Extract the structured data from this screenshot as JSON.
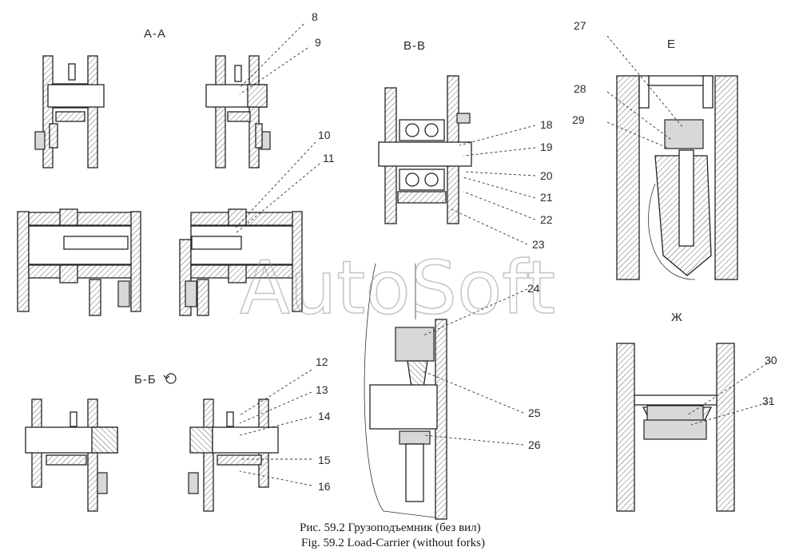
{
  "sections": {
    "aa": "А-А",
    "bb": "Б-Б",
    "vv": "В-В",
    "e": "Е",
    "zh": "Ж"
  },
  "callouts": [
    "8",
    "9",
    "10",
    "11",
    "12",
    "13",
    "14",
    "15",
    "16",
    "18",
    "19",
    "20",
    "21",
    "22",
    "23",
    "24",
    "25",
    "26",
    "27",
    "28",
    "29",
    "30",
    "31"
  ],
  "watermark": "AutoSoft",
  "caption": {
    "ru": "Рис. 59.2 Грузоподъемник (без вил)",
    "en": "Fig. 59.2 Load-Carrier (without forks)"
  }
}
